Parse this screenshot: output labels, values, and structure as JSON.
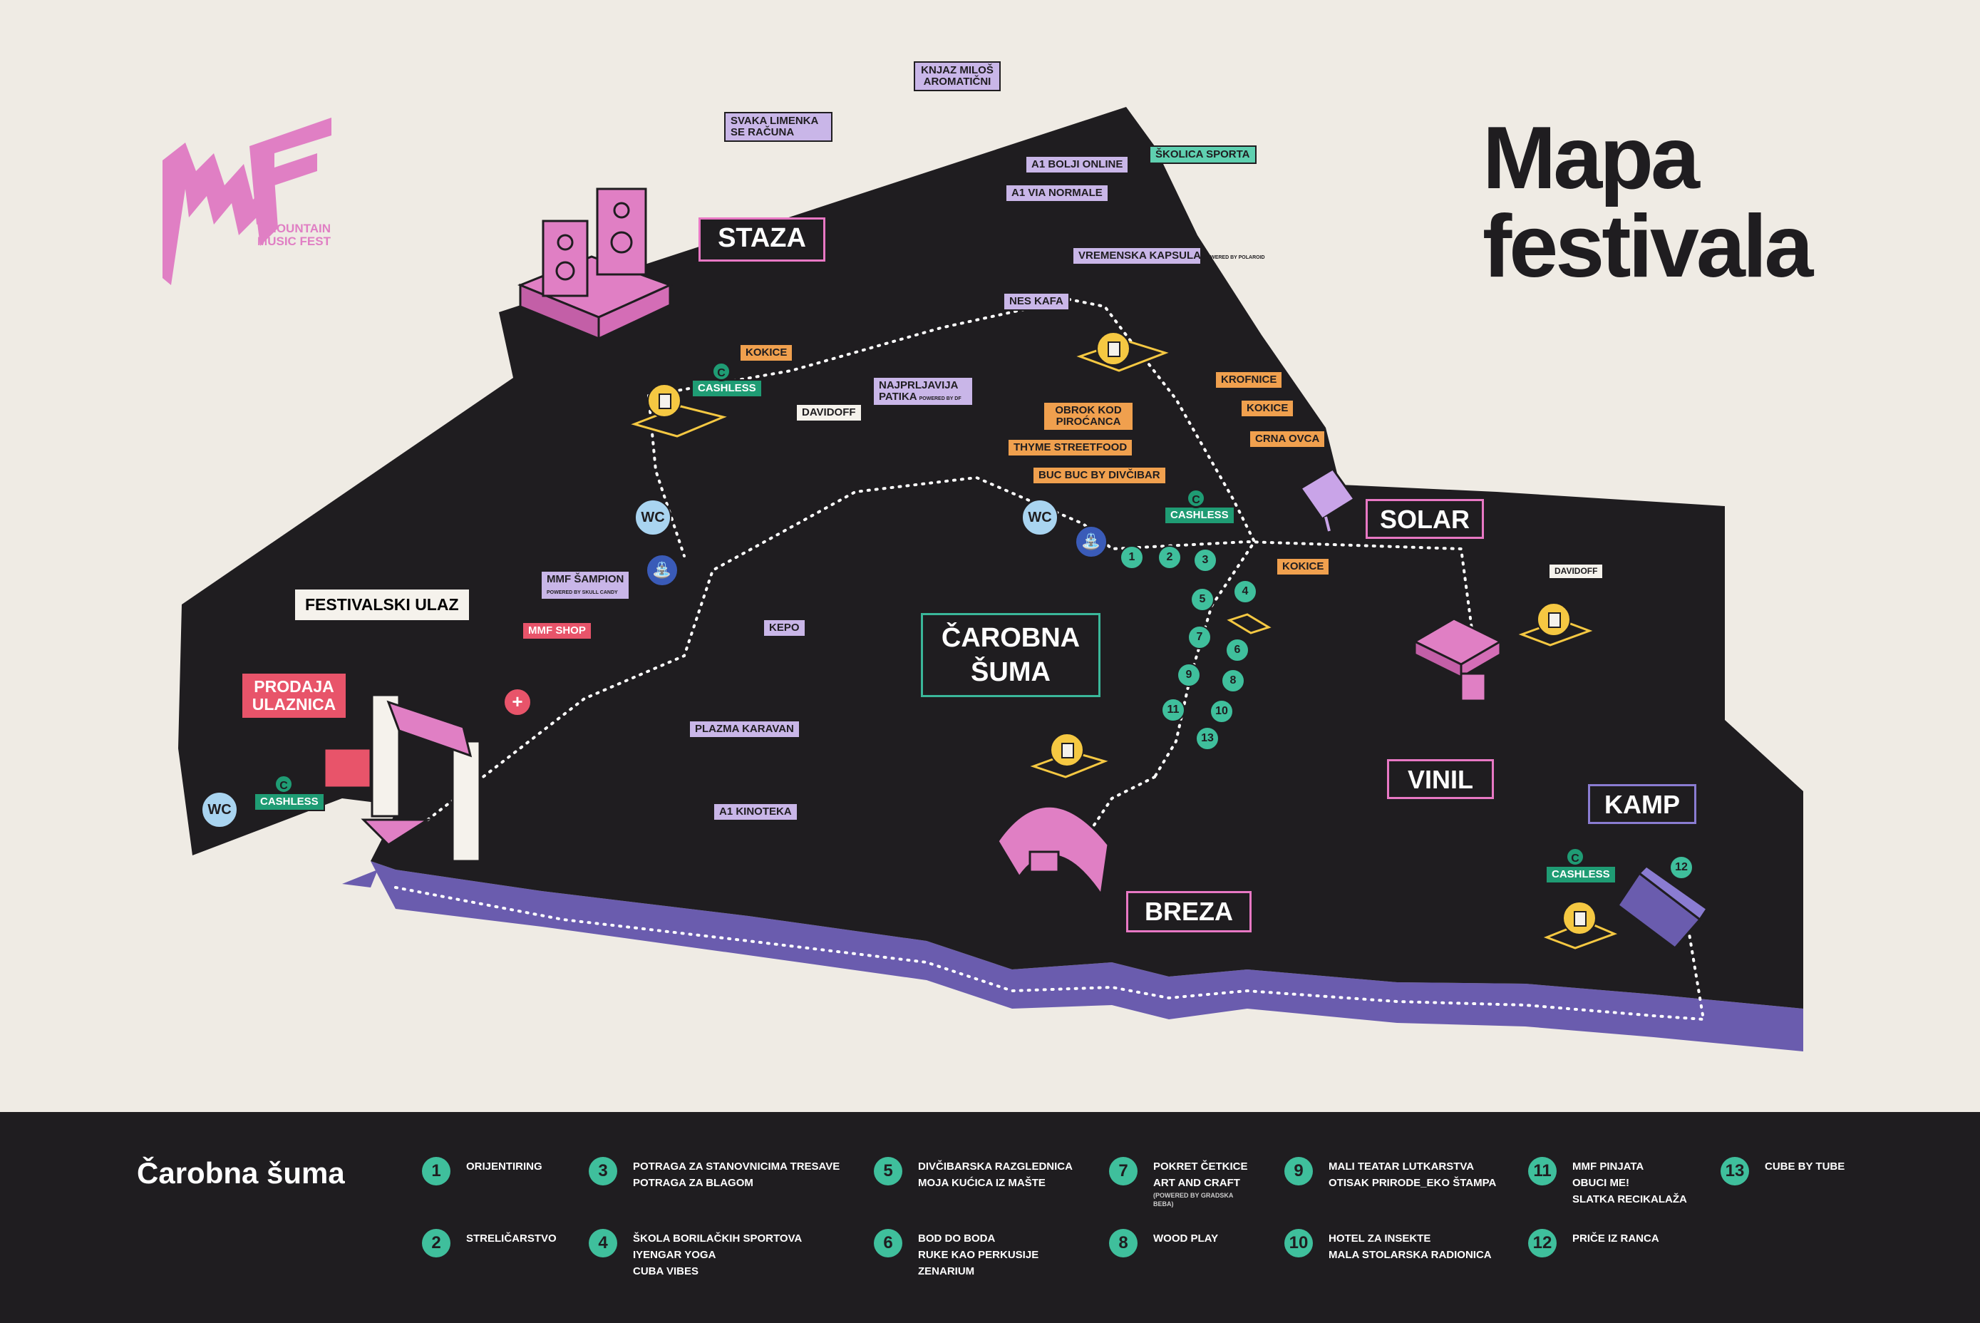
{
  "title": {
    "line1": "Mapa",
    "line2": "festivala"
  },
  "logo": {
    "mark": "MMF",
    "line1": "MOUNTAIN",
    "line2": "MUSIC FEST"
  },
  "zones": {
    "staza": "STAZA",
    "carobna_suma": "ČAROBNA ŠUMA",
    "solar": "SOLAR",
    "vinil": "VINIL",
    "breza": "BREZA",
    "kamp": "KAMP",
    "festivalski_ulaz": "FESTIVALSKI ULAZ",
    "prodaja_ulaznica": "PRODAJA ULAZNICA"
  },
  "labels": {
    "knjaz": "KNJAZ MILOŠ AROMATIČNI",
    "svaka_limenka": "SVAKA LIMENKA SE RAČUNA",
    "a1_bolji": "A1 BOLJI ONLINE",
    "a1_via": "A1 VIA NORMALE",
    "skolica": "ŠKOLICA SPORTA",
    "vremenska": "VREMENSKA KAPSULA",
    "vremenska_note": "POWERED BY POLAROID",
    "nes_kafa": "NES KAFA",
    "kokice_1": "KOKICE",
    "cashless_1": "CASHLESS",
    "davidoff_1": "DAVIDOFF",
    "najprljavija": "NAJPRLJAVIJA PATIKA",
    "najprljavija_note": "POWERED BY DF",
    "krofnice": "KROFNICE",
    "kokice_2": "KOKICE",
    "obrok": "OBROK KOD PIROĆANCA",
    "crna_ovca": "CRNA OVCA",
    "thyme": "THYME STREETFOOD",
    "buc_buc": "BUC BUC BY DIVČIBAR",
    "cashless_2": "CASHLESS",
    "kokice_3": "KOKICE",
    "davidoff_2": "DAVIDOFF",
    "mmf_sampion": "MMF ŠAMPION",
    "mmf_sampion_note": "POWERED BY SKULL CANDY",
    "mmf_shop": "MMF SHOP",
    "kepo": "KEPO",
    "plazma": "PLAZMA KARAVAN",
    "a1_kinoteka": "A1 KINOTEKA",
    "cashless_3": "CASHLESS",
    "cashless_4": "CASHLESS",
    "wc": "WC",
    "cashless_letter": "C"
  },
  "map_numbers": [
    "1",
    "2",
    "3",
    "4",
    "5",
    "6",
    "7",
    "8",
    "9",
    "10",
    "11",
    "12",
    "13"
  ],
  "legend": {
    "title": "Čarobna šuma",
    "items": [
      {
        "num": "1",
        "lines": [
          "ORIJENTIRING"
        ]
      },
      {
        "num": "2",
        "lines": [
          "STRELIČARSTVO"
        ]
      },
      {
        "num": "3",
        "lines": [
          "POTRAGA ZA STANOVNICIMA TRESAVE",
          "POTRAGA ZA BLAGOM"
        ]
      },
      {
        "num": "4",
        "lines": [
          "ŠKOLA BORILAČKIH SPORTOVA",
          "IYENGAR YOGA",
          "CUBA VIBES"
        ]
      },
      {
        "num": "5",
        "lines": [
          "DIVČIBARSKA RAZGLEDNICA",
          "MOJA KUĆICA IZ MAŠTE"
        ]
      },
      {
        "num": "6",
        "lines": [
          "BOD DO BODA",
          "RUKE KAO PERKUSIJE",
          "ZENARIUM"
        ]
      },
      {
        "num": "7",
        "lines": [
          "POKRET ČETKICE",
          "ART AND CRAFT"
        ],
        "note": "(POWERED BY GRADSKA BEBA)"
      },
      {
        "num": "8",
        "lines": [
          "WOOD PLAY"
        ]
      },
      {
        "num": "9",
        "lines": [
          "MALI TEATAR LUTKARSTVA",
          "OTISAK PRIRODE_EKO ŠTAMPA"
        ]
      },
      {
        "num": "10",
        "lines": [
          "HOTEL ZA INSEKTE",
          "MALA STOLARSKA RADIONICA"
        ]
      },
      {
        "num": "11",
        "lines": [
          "MMF PINJATA",
          "OBUCI ME!",
          "SLATKA RECIKALAŽA"
        ]
      },
      {
        "num": "12",
        "lines": [
          "PRIČE IZ RANCA"
        ]
      },
      {
        "num": "13",
        "lines": [
          "CUBE BY TUBE"
        ]
      }
    ]
  },
  "colors": {
    "background": "#efebe4",
    "map_dark": "#1f1d20",
    "river": "#6a5cae",
    "pink": "#e07fc4",
    "lavender": "#c9b6e8",
    "orange": "#f0a04e",
    "green": "#1f9c74",
    "teal_number": "#3fbf9c",
    "wc_blue": "#a9d4f0",
    "beer_yellow": "#f5c842",
    "red": "#e8546a"
  }
}
